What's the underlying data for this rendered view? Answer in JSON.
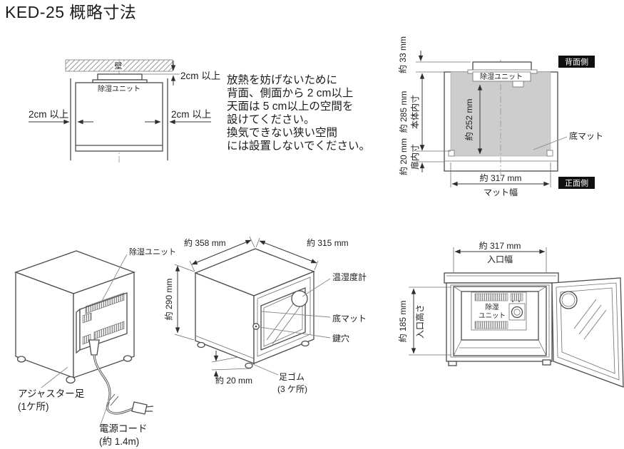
{
  "page": {
    "title": "KED-25 概略寸法"
  },
  "colors": {
    "line": "#4c4c4c",
    "dim": "#383838",
    "gray_fill": "#cdcdcd",
    "badge_bg": "#101010",
    "badge_text": "#ffffff"
  },
  "clearance": {
    "wall": "壁",
    "unit": "除湿ユニット",
    "top": "2cm 以上",
    "left": "2cm 以上",
    "right": "2cm 以上"
  },
  "notice": {
    "lines": [
      "放熱を妨げないために",
      "背面、側面から 2 cm以上",
      "天面は 5 cm以上の空間を",
      "設けてください。",
      "換気できない狭い空間",
      "には設置しないでください。"
    ]
  },
  "section": {
    "badge_back": "背面側",
    "badge_front": "正面側",
    "unit": "除湿ユニット",
    "dim_top": "約 33 mm",
    "dim_body": "約 285 mm",
    "body_label": "本体内寸",
    "dim_unit": "約 252 mm",
    "dim_door": "約 20 mm",
    "door_label": "扉内寸",
    "dim_mat": "約 317 mm",
    "mat_width": "マット幅",
    "mat": "底マット"
  },
  "rear": {
    "unit": "除湿ユニット",
    "adjuster": "アジャスター足",
    "adjuster_note": "(1ケ所)",
    "cord": "電源コード",
    "cord_note": "(約 1.4m)"
  },
  "front": {
    "dim_width": "約 358 mm",
    "dim_depth": "約 315 mm",
    "dim_height": "約 290 mm",
    "dim_foot": "約 20 mm",
    "thermo": "温湿度計",
    "mat": "底マット",
    "keyhole": "鍵穴",
    "foot": "足ゴム",
    "foot_note": "(3 ケ所)"
  },
  "open": {
    "dim_width": "約 317 mm",
    "width_label": "入口幅",
    "dim_height": "約 185 mm",
    "height_label": "入口高さ",
    "unit_1": "除湿",
    "unit_2": "ユニット"
  }
}
